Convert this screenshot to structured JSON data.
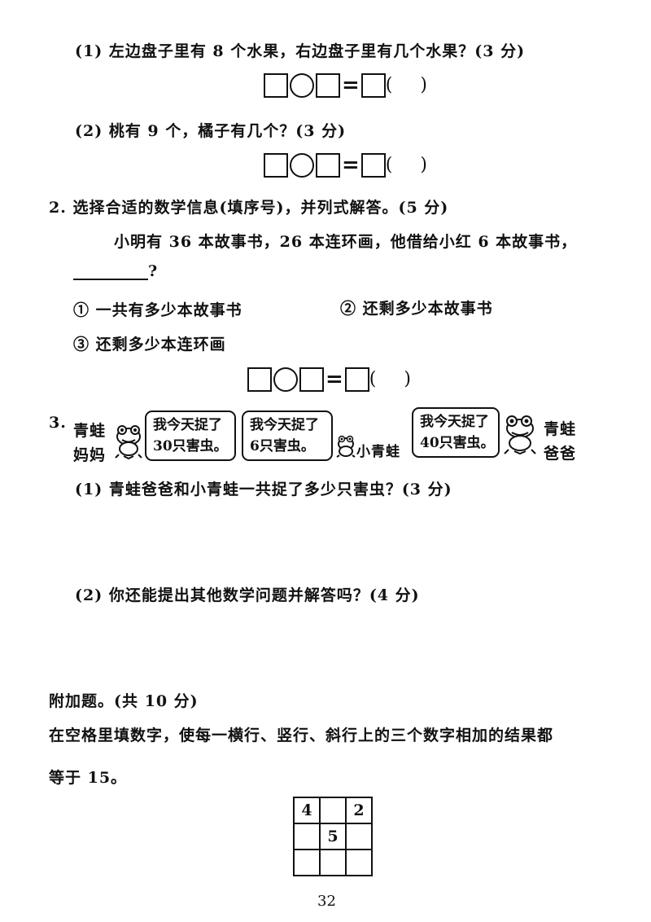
{
  "q1": {
    "sub1": "(1) 左边盘子里有 8 个水果，右边盘子里有几个水果？(3 分)",
    "sub2": "(2) 桃有 9 个，橘子有几个？(3 分)"
  },
  "equation": {
    "equals": "=",
    "paren_open": "(",
    "paren_close": ")"
  },
  "q2": {
    "number": "2.",
    "title": "选择合适的数学信息(填序号)，并列式解答。(5 分)",
    "story": "小明有 36 本故事书，26 本连环画，他借给小红 6 本故事书，",
    "question_mark": "?",
    "options": [
      "① 一共有多少本故事书",
      "② 还剩多少本故事书",
      "③ 还剩多少本连环画"
    ]
  },
  "q3": {
    "number": "3.",
    "frog_mom": [
      "青蛙",
      "妈妈"
    ],
    "bubble_mom": [
      "我今天捉了",
      "30只害虫。"
    ],
    "bubble_small": [
      "我今天捉了",
      "6只害虫。"
    ],
    "small_frog": "小青蛙",
    "bubble_dad": [
      "我今天捉了",
      "40只害虫。"
    ],
    "frog_dad": [
      "青蛙",
      "爸爸"
    ],
    "sub1": "(1) 青蛙爸爸和小青蛙一共捉了多少只害虫？(3 分)",
    "sub2": "(2) 你还能提出其他数学问题并解答吗？(4 分)"
  },
  "bonus": {
    "title": "附加题。(共 10 分)",
    "line1": "在空格里填数字，使每一横行、竖行、斜行上的三个数字相加的结果都",
    "line2": "等于 15。",
    "grid": [
      [
        "4",
        "",
        "2"
      ],
      [
        "",
        "5",
        ""
      ],
      [
        "",
        "",
        ""
      ]
    ]
  },
  "page_number": "32"
}
